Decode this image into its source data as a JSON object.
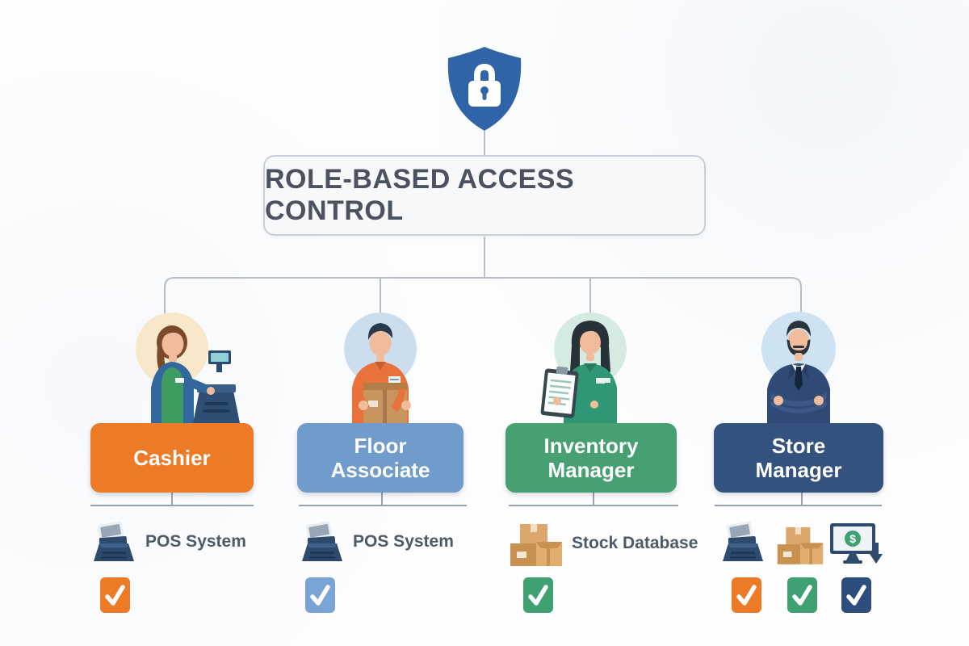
{
  "header": {
    "shield_icon_color": "#2F65A7",
    "title": "ROLE-BASED ACCESS CONTROL"
  },
  "palette": {
    "connector": "#B6BDC9",
    "rule": "#98A2B0",
    "title_text": "#4A5260",
    "access_text": "#4D5A68",
    "icon_navy": "#2E4B6E",
    "icon_tan": "#DCA76A"
  },
  "roles": [
    {
      "name": "Cashier",
      "label": "Cashier",
      "color": "#ED7A27",
      "avatar": "female-cashier-at-register",
      "avatar_bg": "#F8E7C8",
      "access": [
        {
          "icon": "pos-terminal-icon",
          "label": "POS System"
        }
      ],
      "checks": [
        {
          "color": "#ED7A27",
          "checked": true
        }
      ]
    },
    {
      "name": "Floor Associate",
      "label": "Floor\nAssociate",
      "color": "#6F9BCD",
      "avatar": "male-associate-carrying-box",
      "avatar_bg": "#CCDDED",
      "access": [
        {
          "icon": "pos-terminal-icon",
          "label": "POS System"
        }
      ],
      "checks": [
        {
          "color": "#7AA3D6",
          "checked": true
        }
      ]
    },
    {
      "name": "Inventory Manager",
      "label": "Inventory\nManager",
      "color": "#46A072",
      "avatar": "female-manager-with-clipboard",
      "avatar_bg": "#D5EAE0",
      "access": [
        {
          "icon": "stock-boxes-icon",
          "label": "Stock Database"
        }
      ],
      "checks": [
        {
          "color": "#3FA172",
          "checked": true
        }
      ]
    },
    {
      "name": "Store Manager",
      "label": "Store\nManager",
      "color": "#33527E",
      "avatar": "male-manager-arms-crossed",
      "avatar_bg": "#CDE3F2",
      "access": [
        {
          "icon": "pos-terminal-icon",
          "label": ""
        },
        {
          "icon": "stock-boxes-icon",
          "label": ""
        },
        {
          "icon": "sales-monitor-icon",
          "label": ""
        }
      ],
      "checks": [
        {
          "color": "#ED7A27",
          "checked": true
        },
        {
          "color": "#3FA172",
          "checked": true
        },
        {
          "color": "#2D4E7C",
          "checked": true
        }
      ]
    }
  ]
}
